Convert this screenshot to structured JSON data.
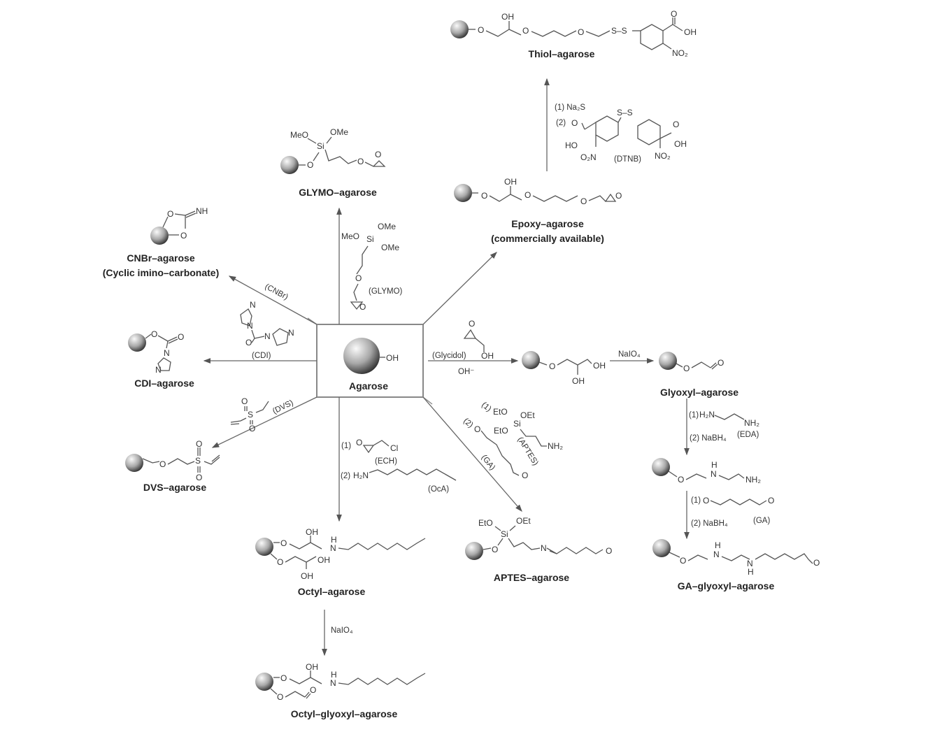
{
  "center": {
    "label": "Agarose",
    "group": "OH"
  },
  "products": {
    "thiol": {
      "title": "Thiol–agarose",
      "atoms": [
        "O",
        "OH",
        "O",
        "O",
        "S–S",
        "O",
        "OH",
        "NO₂"
      ]
    },
    "glymo": {
      "title": "GLYMO–agarose",
      "atoms": [
        "MeO",
        "OMe",
        "Si",
        "O",
        "O",
        "O"
      ]
    },
    "epoxy": {
      "title": "Epoxy–agarose",
      "subtitle": "(commercially available)",
      "atoms": [
        "O",
        "OH",
        "O",
        "O",
        "O"
      ]
    },
    "cnbr": {
      "title": "CNBr–agarose",
      "subtitle": "(Cyclic imino–carbonate)",
      "atoms": [
        "O",
        "NH",
        "O"
      ]
    },
    "cdi": {
      "title": "CDI–agarose",
      "atoms": [
        "O",
        "O",
        "N",
        "N"
      ]
    },
    "dvs": {
      "title": "DVS–agarose",
      "atoms": [
        "O",
        "O",
        "S",
        "O"
      ]
    },
    "octyl": {
      "title": "Octyl–agarose",
      "atoms": [
        "O",
        "OH",
        "H",
        "N",
        "O",
        "OH",
        "OH"
      ]
    },
    "octyl_glyoxyl": {
      "title": "Octyl–glyoxyl–agarose",
      "atoms": [
        "O",
        "OH",
        "H",
        "N",
        "O",
        "O"
      ]
    },
    "aptes": {
      "title": "APTES–agarose",
      "atoms": [
        "EtO",
        "OEt",
        "Si",
        "O",
        "N",
        "O"
      ]
    },
    "glycidol_intermediate": {
      "atoms": [
        "O",
        "OH",
        "OH"
      ]
    },
    "glyoxyl": {
      "title": "Glyoxyl–agarose",
      "atoms": [
        "O",
        "O"
      ]
    },
    "eda_intermediate": {
      "atoms": [
        "O",
        "H",
        "N",
        "NH₂"
      ]
    },
    "ga_glyoxyl": {
      "title": "GA–glyoxyl–agarose",
      "atoms": [
        "O",
        "H",
        "N",
        "N",
        "H",
        "O"
      ]
    }
  },
  "reagents": {
    "thiol": {
      "step1": "(1) Na₂S",
      "step2": "(2)",
      "name": "(DTNB)",
      "atoms": [
        "S–S",
        "O",
        "HO",
        "O₂N",
        "O",
        "OH",
        "NO₂"
      ]
    },
    "glymo": {
      "name": "(GLYMO)",
      "atoms": [
        "MeO",
        "OMe",
        "Si",
        "OMe",
        "O",
        "O"
      ]
    },
    "cnbr": {
      "name": "(CNBr)"
    },
    "cdi": {
      "name": "(CDI)",
      "atoms": [
        "N",
        "N",
        "N",
        "N",
        "O"
      ]
    },
    "dvs": {
      "name": "(DVS)",
      "atoms": [
        "O",
        "S",
        "O"
      ]
    },
    "octyl": {
      "step1": "(1)",
      "ech_name": "(ECH)",
      "cl": "Cl",
      "ech_o": "O",
      "step2": "(2)",
      "amine": "H₂N",
      "oca_name": "(OcA)"
    },
    "octyl_glyoxyl": {
      "name": "NaIO₄"
    },
    "aptes": {
      "step1": "(1)",
      "step2": "(2)",
      "aptes_name": "(APTES)",
      "ga_name": "(GA)",
      "atoms": [
        "EtO",
        "OEt",
        "Si",
        "EtO",
        "NH₂",
        "O",
        "O"
      ]
    },
    "glycidol": {
      "name": "(Glycidol)",
      "oh": "OH",
      "base": "OH⁻",
      "epox_o": "O"
    },
    "glyoxyl": {
      "name": "NaIO₄"
    },
    "eda": {
      "step1": "(1)",
      "amine": "H₂N",
      "nh2": "NH₂",
      "name": "(EDA)",
      "step2": "(2) NaBH₄"
    },
    "ga": {
      "step1": "(1)",
      "o1": "O",
      "o2": "O",
      "name": "(GA)",
      "step2": "(2) NaBH₄"
    }
  },
  "colors": {
    "line": "#555555",
    "arrow": "#666666",
    "box_border": "#888888",
    "bead_light": "#f4f4f4",
    "bead_dark": "#333333"
  }
}
